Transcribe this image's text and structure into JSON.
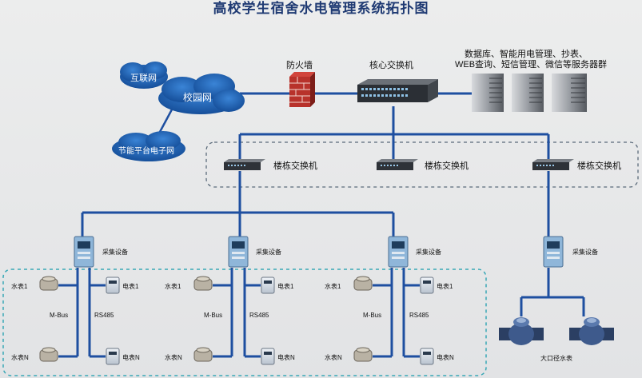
{
  "title": "高校学生宿舍水电管理系统拓扑图",
  "clouds": {
    "internet": "互联网",
    "campus": "校园网",
    "energy_platform": "节能平台电子网"
  },
  "firewall": "防火墙",
  "core_switch": "核心交换机",
  "servers": {
    "line1": "数据库、智能用电管理、抄表、",
    "line2": "WEB查询、短信管理、微信等服务器群"
  },
  "building_switch": "楼栋交换机",
  "collector": "采集设备",
  "water_meter_1": "水表1",
  "water_meter_n": "水表N",
  "power_meter_1": "电表1",
  "power_meter_n": "电表N",
  "mbus": "M-Bus",
  "rs485": "RS485",
  "large_meter": "大口径水表",
  "colors": {
    "link": "#1e4fa0",
    "title": "#1f3a73",
    "cloud": "#1e62b4",
    "dashed": "#5a6a7a",
    "dashed_teal": "#39a8b6"
  }
}
